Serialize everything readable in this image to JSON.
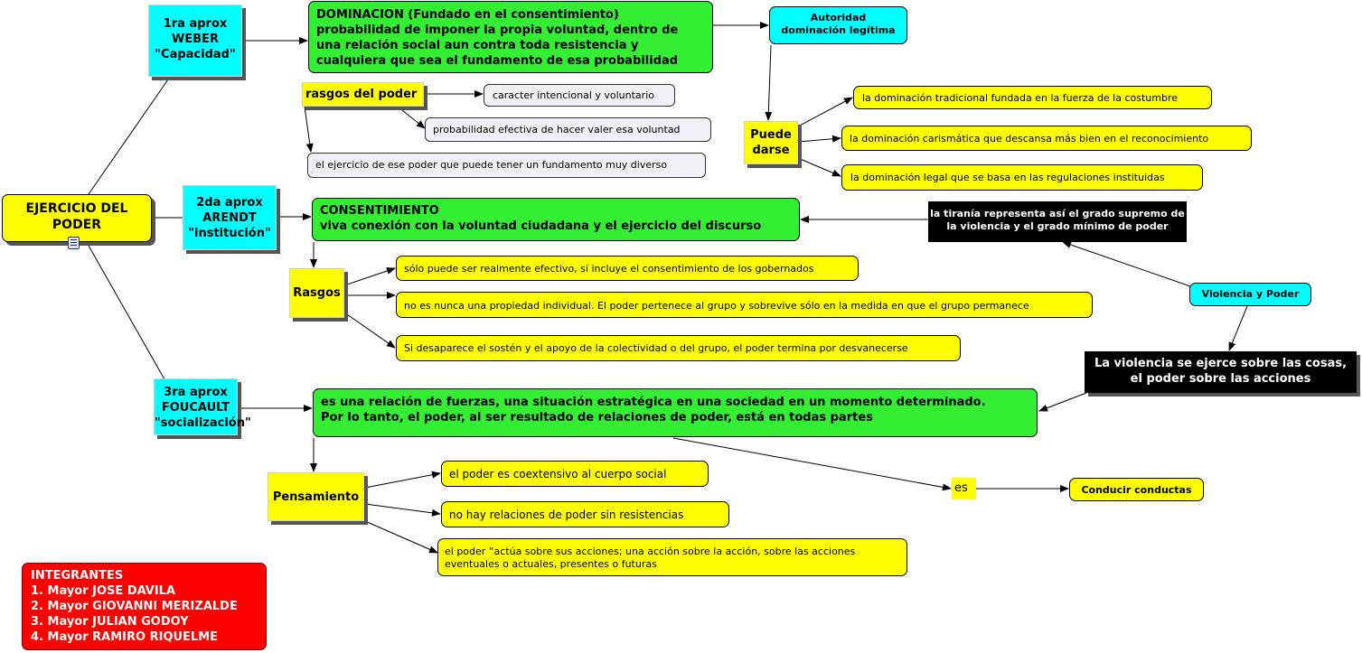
{
  "nodes": {
    "root": "EJERCICIO DEL\nPODER",
    "weber": "1ra aprox\nWEBER\n\"Capacidad\"",
    "arendt": "2da aprox\nARENDT\n\"institución\"",
    "foucault": "3ra aprox\nFOUCAULT\n\"socialización\"",
    "dominacion": "DOMINACION (Fundado en el consentimiento)\nprobabilidad de imponer la propia voluntad, dentro de\nuna relación social aun contra toda resistencia y\ncualquiera que sea el fundamento de esa probabilidad",
    "autoridad": "Autoridad\ndominación legítima",
    "rasgos_poder": "rasgos del poder",
    "caracter": "caracter intencional y voluntario",
    "probabilidad": "probabilidad efectiva de hacer valer esa voluntad",
    "ejercicio": "el ejercicio de ese poder que puede tener un fundamento muy diverso",
    "puede_darse": "Puede\ndarse",
    "tradicional": "la dominación tradicional fundada en la fuerza de la costumbre",
    "carismatica": "la dominación carismática que descansa más bien en el reconocimiento",
    "legal": "la dominación legal que se basa en las regulaciones instituidas",
    "consentimiento": "CONSENTIMIENTO\nviva conexión con la voluntad ciudadana y el ejercicio del discurso",
    "tirania": "la tiranía representa así el grado supremo de\nla violencia y el grado mínimo de poder",
    "rasgos": "Rasgos",
    "efectivo": "sólo puede ser realmente efectivo, si incluye el consentimiento de los gobernados",
    "propiedad": "no es nunca una propiedad individual. El poder pertenece al grupo y sobrevive sólo en la medida en que el grupo permanece",
    "desaparece": "Si desaparece el sostén y el apoyo de la colectividad o del grupo, el poder termina por desvanecerse",
    "violencia_poder": "Violencia y Poder",
    "violencia_cosas": "La violencia se ejerce sobre las cosas,\nel poder sobre las acciones",
    "relacion_fuerzas": "es una relación de fuerzas, una situación estratégica en una sociedad en un momento determinado.\n Por lo tanto, el poder, al ser resultado de  relaciones de poder, está en todas partes",
    "pensamiento": "Pensamiento",
    "coextensivo": "el poder es coextensivo al cuerpo social",
    "resistencias": "no hay relaciones de poder sin resistencias",
    "actua": "el poder “actúa sobre sus acciones; una acción sobre la acción,  sobre las acciones\neventuales o actuales, presentes o futuras",
    "es": "es",
    "conducir": "Conducir conductas",
    "integrantes": "INTEGRANTES\n1. Mayor JOSE DAVILA\n2. Mayor GIOVANNI MERIZALDE\n3. Mayor JULIAN GODOY\n4. Mayor RAMIRO RIQUELME"
  },
  "icons": {
    "root_attachment": "document-icon"
  },
  "colors": {
    "cyan": "#00ffff",
    "green": "#33ee33",
    "yellow": "#ffff00",
    "light": "#eef2f6",
    "black": "#000000",
    "red": "#ff0000"
  }
}
